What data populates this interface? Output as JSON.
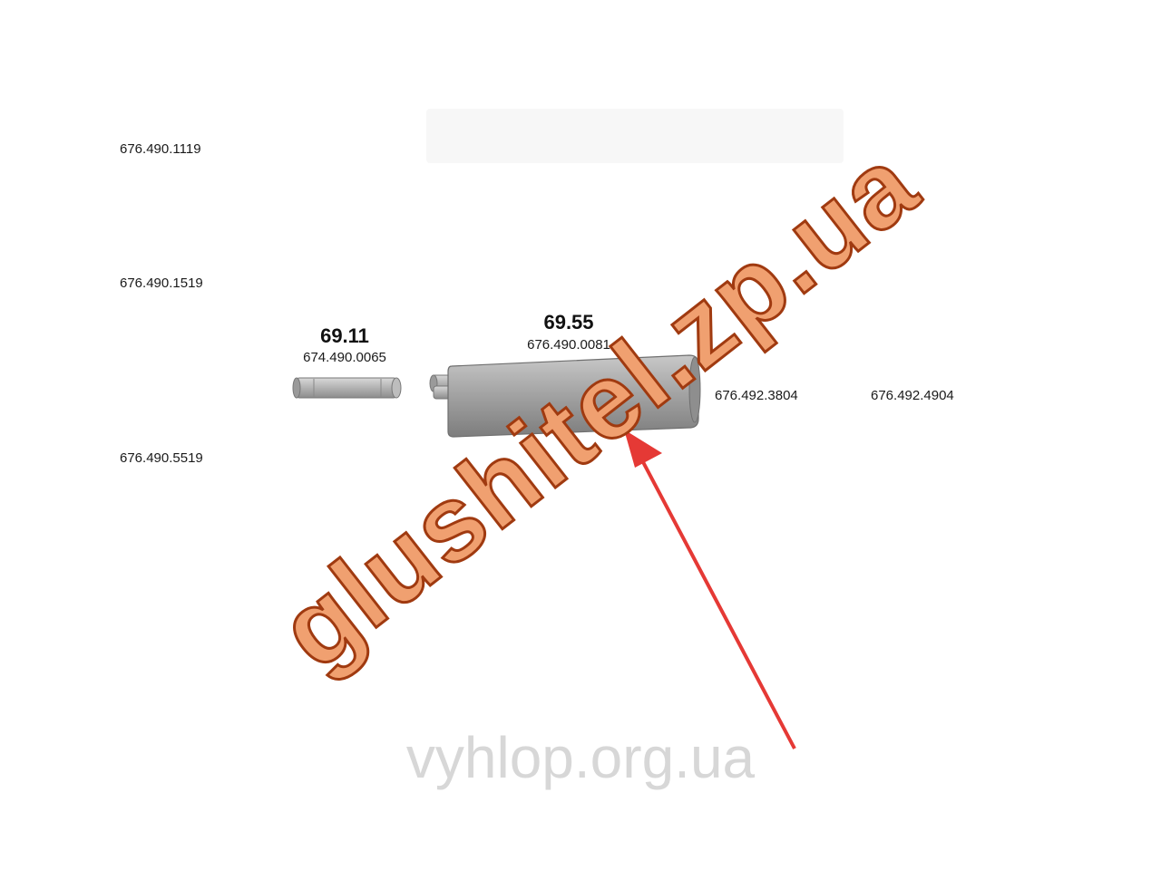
{
  "side_codes": {
    "top": "676.490.1119",
    "middle": "676.490.1519",
    "bottom": "676.490.5519"
  },
  "right_codes": {
    "first": "676.492.3804",
    "second": "676.492.4904"
  },
  "parts": [
    {
      "number": "69.11",
      "code": "674.490.0065"
    },
    {
      "number": "69.55",
      "code": "676.490.0081"
    }
  ],
  "watermarks": {
    "main": "glushitel.zp.ua",
    "secondary": "vyhlop.org.ua"
  },
  "colors": {
    "arrow": "#e53935",
    "watermark_fill": "#f0a070",
    "watermark_outline": "#a03a10",
    "part_metal": "#9e9e9e"
  }
}
